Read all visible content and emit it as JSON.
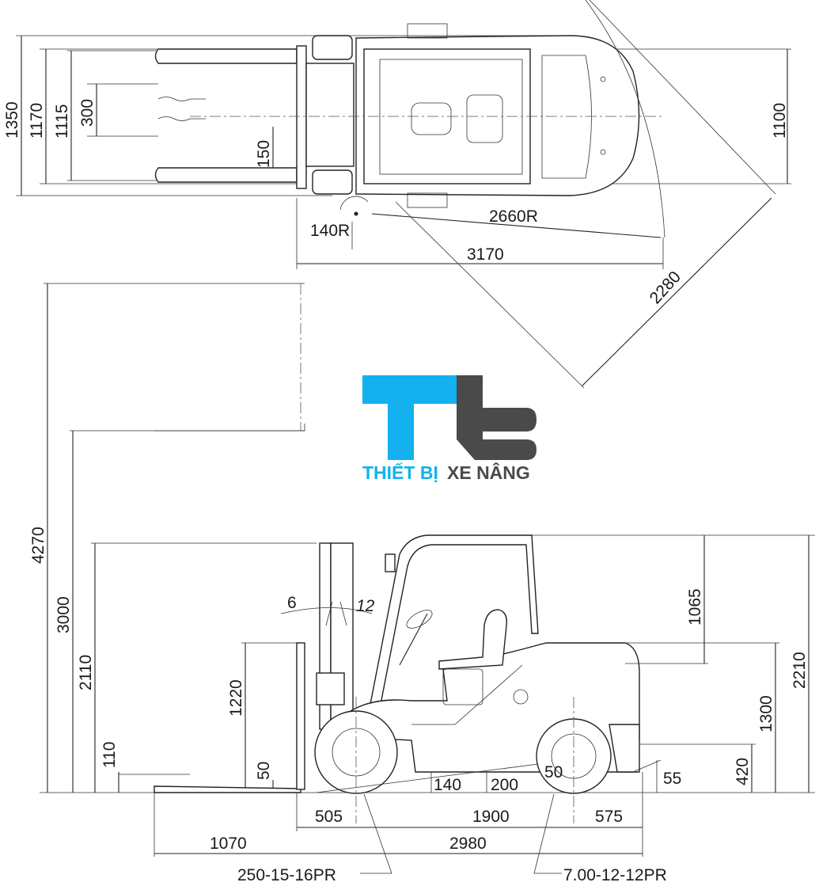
{
  "top_view": {
    "dims": {
      "overall_width": "1350",
      "fork_outer_width": "1170",
      "fork_spread": "1115",
      "fork_width": "300",
      "fork_gap": "150",
      "tread_width": "1100",
      "inner_radius": "140R",
      "turning_radius": "2660R",
      "length_to_face": "3170",
      "aisle_width": "2280"
    }
  },
  "side_view": {
    "dims": {
      "max_fork_height": "4270",
      "lift_height": "3000",
      "mast_height_lowered": "2110",
      "backrest_height": "1220",
      "free_lift": "110",
      "fork_thickness": "50",
      "tilt_forward": "6",
      "tilt_backward": "12",
      "seat_to_guard": "1065",
      "overhead_guard_height": "2210",
      "seat_height": "1300",
      "hitch_height": "420",
      "rear_overhang_clearance": "55",
      "ground_clearance_mast": "140",
      "ground_clearance_center": "200",
      "ground_clearance_rear": "50",
      "front_overhang": "505",
      "wheelbase": "1900",
      "rear_overhang": "575",
      "fork_length": "1070",
      "length_to_fork_face": "2980",
      "front_tire": "250-15-16PR",
      "rear_tire": "7.00-12-12PR"
    }
  },
  "logo": {
    "text_part1": "THIẾT BỊ",
    "text_part2": "XE NÂNG",
    "color_primary": "#13b1ef",
    "color_secondary": "#4a4a4a"
  }
}
